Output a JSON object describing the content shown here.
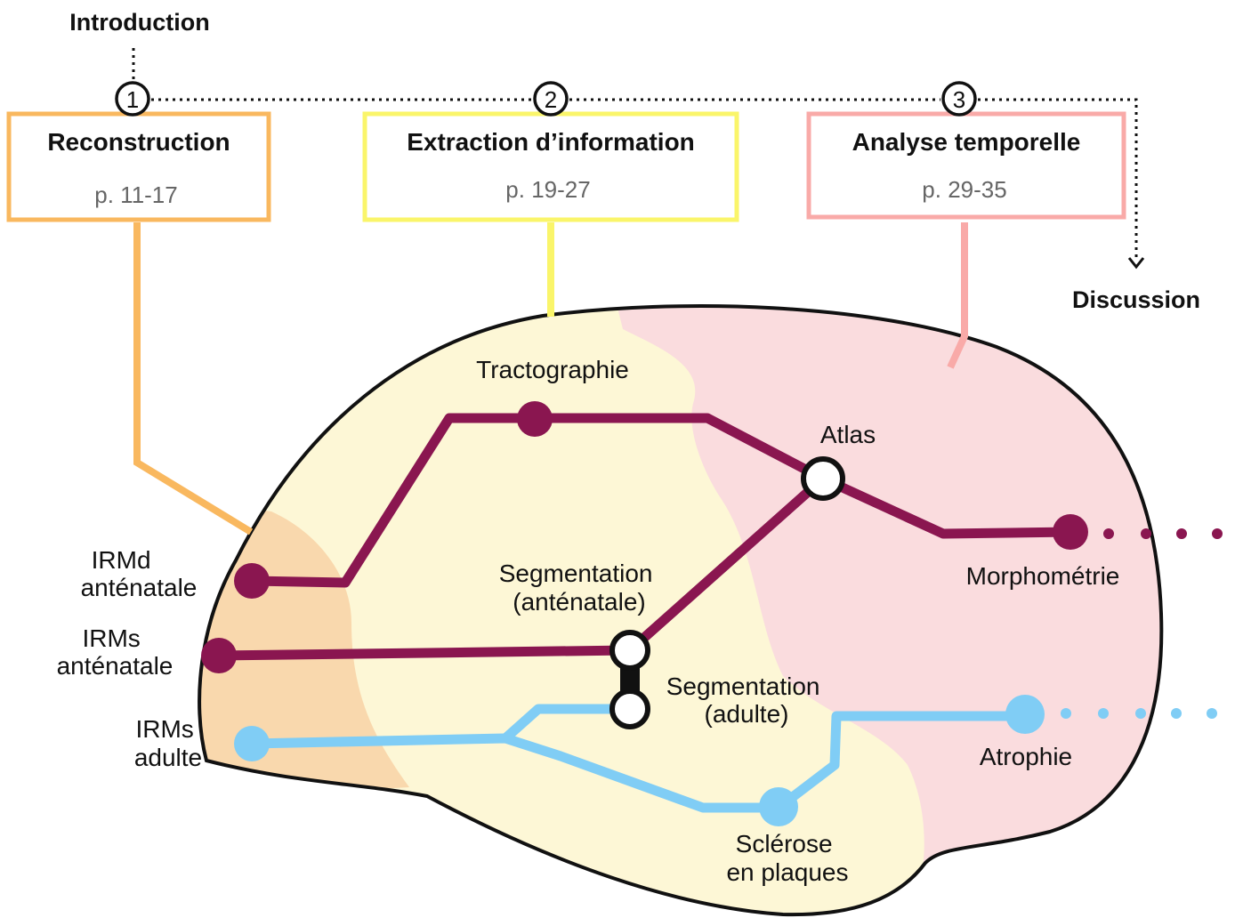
{
  "colors": {
    "reconstruction": "#f9b85f",
    "extraction": "#faf56a",
    "analyse": "#f9aaa8",
    "line_structural": "#8a1650",
    "line_adult": "#80cdf5",
    "region_orange": "#f9d8ad",
    "region_yellow": "#fdf7d6",
    "region_pink": "#fadcde"
  },
  "navigation": {
    "introduction": "Introduction",
    "discussion": "Discussion"
  },
  "sections": [
    {
      "number": "1",
      "title": "Reconstruction",
      "pages": "p. 11-17",
      "color": "#f9b85f"
    },
    {
      "number": "2",
      "title": "Extraction d’information",
      "pages": "p. 19-27",
      "color": "#faf56a"
    },
    {
      "number": "3",
      "title": "Analyse temporelle",
      "pages": "p. 29-35",
      "color": "#f9aaa8"
    }
  ],
  "nodes": {
    "irmd_antenatale": [
      "IRMd",
      "anténatale"
    ],
    "irms_antenatale": [
      "IRMs",
      "anténatale"
    ],
    "irms_adulte": [
      "IRMs",
      "adulte"
    ],
    "tractographie": [
      "Tractographie"
    ],
    "atlas": [
      "Atlas"
    ],
    "morphometrie": [
      "Morphométrie"
    ],
    "segmentation_antenatale": [
      "Segmentation",
      "(anténatale)"
    ],
    "segmentation_adulte": [
      "Segmentation",
      "(adulte)"
    ],
    "atrophie": [
      "Atrophie"
    ],
    "sclerose": [
      "Sclérose",
      "en plaques"
    ]
  }
}
